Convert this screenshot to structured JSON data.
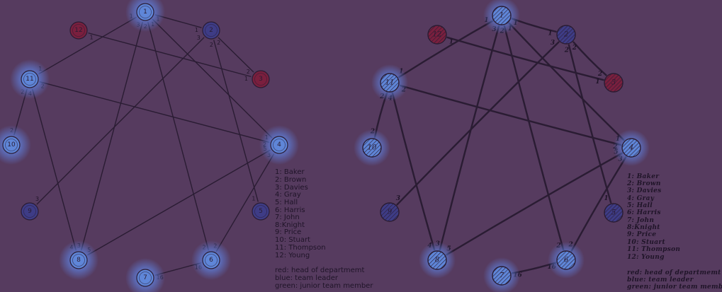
{
  "colors": {
    "background": "#563b5f",
    "head": "#7a1f3e",
    "leader": "#3e3c86",
    "junior": "#5f86d8",
    "edge": "#2a1c33"
  },
  "nodes": [
    {
      "id": "1",
      "role": "junior"
    },
    {
      "id": "2",
      "role": "leader"
    },
    {
      "id": "3",
      "role": "head"
    },
    {
      "id": "4",
      "role": "junior"
    },
    {
      "id": "5",
      "role": "leader"
    },
    {
      "id": "6",
      "role": "junior"
    },
    {
      "id": "7",
      "role": "junior"
    },
    {
      "id": "8",
      "role": "junior"
    },
    {
      "id": "9",
      "role": "leader"
    },
    {
      "id": "10",
      "role": "junior"
    },
    {
      "id": "11",
      "role": "junior"
    },
    {
      "id": "12",
      "role": "head"
    }
  ],
  "edges": [
    {
      "from": "1",
      "to": "11",
      "from_label": "1",
      "to_label": "1"
    },
    {
      "from": "1",
      "to": "2",
      "from_label": "1",
      "to_label": "1"
    },
    {
      "from": "1",
      "to": "8",
      "from_label": "3",
      "to_label": "3"
    },
    {
      "from": "1",
      "to": "6",
      "from_label": "2",
      "to_label": "2"
    },
    {
      "from": "1",
      "to": "4",
      "from_label": "1",
      "to_label": "1"
    },
    {
      "from": "12",
      "to": "3",
      "from_label": "1",
      "to_label": "1"
    },
    {
      "from": "2",
      "to": "3",
      "from_label": "2",
      "to_label": "2"
    },
    {
      "from": "2",
      "to": "5",
      "from_label": "2",
      "to_label": "1"
    },
    {
      "from": "2",
      "to": "9",
      "from_label": "3",
      "to_label": "3"
    },
    {
      "from": "11",
      "to": "4",
      "from_label": "2",
      "to_label": "2"
    },
    {
      "from": "11",
      "to": "10",
      "from_label": "2",
      "to_label": "2"
    },
    {
      "from": "11",
      "to": "8",
      "from_label": "4",
      "to_label": "4"
    },
    {
      "from": "4",
      "to": "8",
      "from_label": "5",
      "to_label": "5"
    },
    {
      "from": "4",
      "to": "6",
      "from_label": "3",
      "to_label": "2"
    },
    {
      "from": "7",
      "to": "6",
      "from_label": "16",
      "to_label": "16"
    }
  ],
  "legend": {
    "names": [
      "1: Baker",
      "2: Brown",
      "3: Davies",
      "4: Gray",
      "5: Hall",
      "6: Harris",
      "7: John",
      "8:Knight",
      "9: Price",
      "10: Stuart",
      "11: Thompson",
      "12: Young"
    ],
    "roles": [
      "red: head of departmemt",
      "blue: team leader",
      "green: junior team member"
    ]
  },
  "legend_sketch": {
    "names": [
      "1: Baker",
      "2: Brown",
      "3: Davies",
      "4: Gray",
      "5: Hall",
      "6: Harris",
      "7: John",
      "8:Knight",
      "9: Price",
      "10: Stuart",
      "11: Thompson",
      "12: Young"
    ],
    "roles": [
      "red: head of departmemt",
      "blue: team leader",
      "green: junior team member"
    ]
  }
}
